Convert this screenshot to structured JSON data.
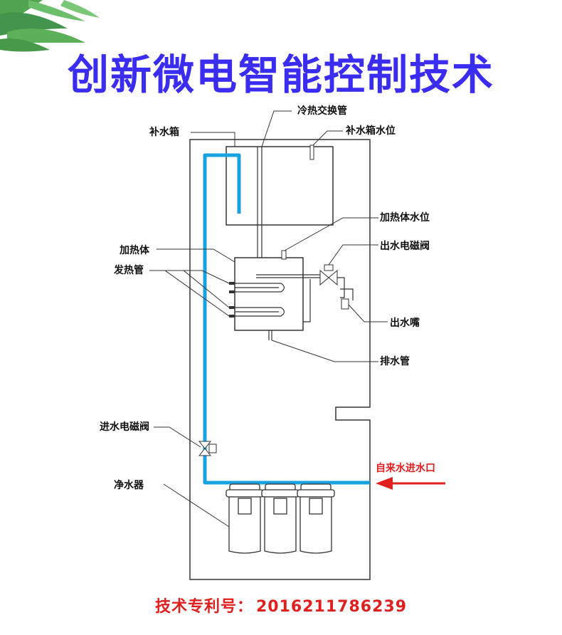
{
  "title": "创新微电智能控制技术",
  "patent": {
    "label": "技术专利号：",
    "number": "2016211786239"
  },
  "labels": {
    "cold_hot_exchanger": "冷热交换管",
    "refill_tank": "补水箱",
    "refill_tank_level": "补水箱水位",
    "heater_level": "加热体水位",
    "heater": "加热体",
    "outlet_valve": "出水电磁阀",
    "heating_tube": "发热管",
    "outlet_nozzle": "出水嘴",
    "drain_pipe": "排水管",
    "inlet_valve": "进水电磁阀",
    "tap_water_inlet": "自来水进水口",
    "purifier": "净水器"
  },
  "colors": {
    "title": "#3a2cf0",
    "pipe": "#1aa2e0",
    "arrow": "#e01f1f",
    "patent": "#e01f1f",
    "leaf": "#2f8a3a"
  }
}
